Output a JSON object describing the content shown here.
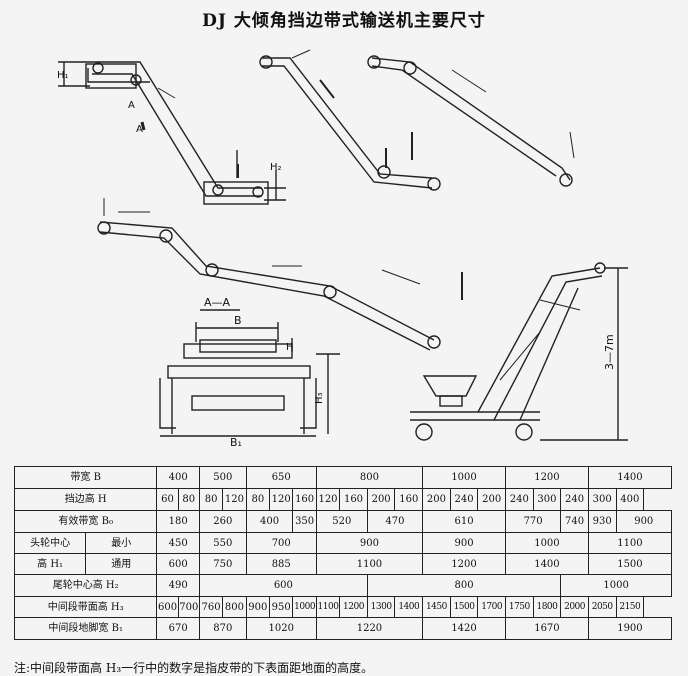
{
  "title": "DJ 大倾角挡边带式输送机主要尺寸",
  "drawing_labels": {
    "h1": "H₁",
    "h2": "H₂",
    "a": "A",
    "section": "A—A",
    "b": "B",
    "h": "H",
    "h3": "H₃",
    "b1": "B₁",
    "height_range": "3—7m"
  },
  "table": {
    "row_belt_width": {
      "label": "带宽 B",
      "values": [
        "400",
        "500",
        "650",
        "800",
        "1000",
        "1200",
        "1400"
      ]
    },
    "row_skirt_height": {
      "label": "挡边高 H",
      "values": [
        "60",
        "80",
        "80",
        "120",
        "80",
        "120",
        "160",
        "120",
        "160",
        "200",
        "160",
        "200",
        "240",
        "200",
        "240",
        "300",
        "240",
        "300",
        "400"
      ]
    },
    "row_effective_width": {
      "label": "有效带宽 B₀",
      "values": [
        "180",
        "260",
        "400",
        "350",
        "520",
        "470",
        "610",
        "770",
        "740",
        "930",
        "900"
      ]
    },
    "row_head_center": {
      "label_top": "头轮中心",
      "label_bottom": "高 H₁",
      "sub_min": "最小",
      "sub_general": "通用",
      "min_values": [
        "450",
        "550",
        "700",
        "900",
        "900",
        "1000",
        "1100"
      ],
      "general_values": [
        "600",
        "750",
        "885",
        "1100",
        "1200",
        "1400",
        "1500"
      ]
    },
    "row_tail_center": {
      "label": "尾轮中心高 H₂",
      "values": [
        "490",
        "600",
        "800",
        "1000"
      ]
    },
    "row_mid_height": {
      "label": "中间段带面高 H₃",
      "values": [
        "600",
        "700",
        "760",
        "800",
        "900",
        "950",
        "1000",
        "1100",
        "1200",
        "1300",
        "1400",
        "1450",
        "1500",
        "1700",
        "1750",
        "1800",
        "2000",
        "2050",
        "2150"
      ]
    },
    "row_mid_leg_width": {
      "label": "中间段地脚宽 B₁",
      "values": [
        "670",
        "870",
        "1020",
        "1220",
        "1420",
        "1670",
        "1900"
      ]
    }
  },
  "note": "注:中间段带面高 H₃一行中的数字是指皮带的下表面距地面的高度。"
}
